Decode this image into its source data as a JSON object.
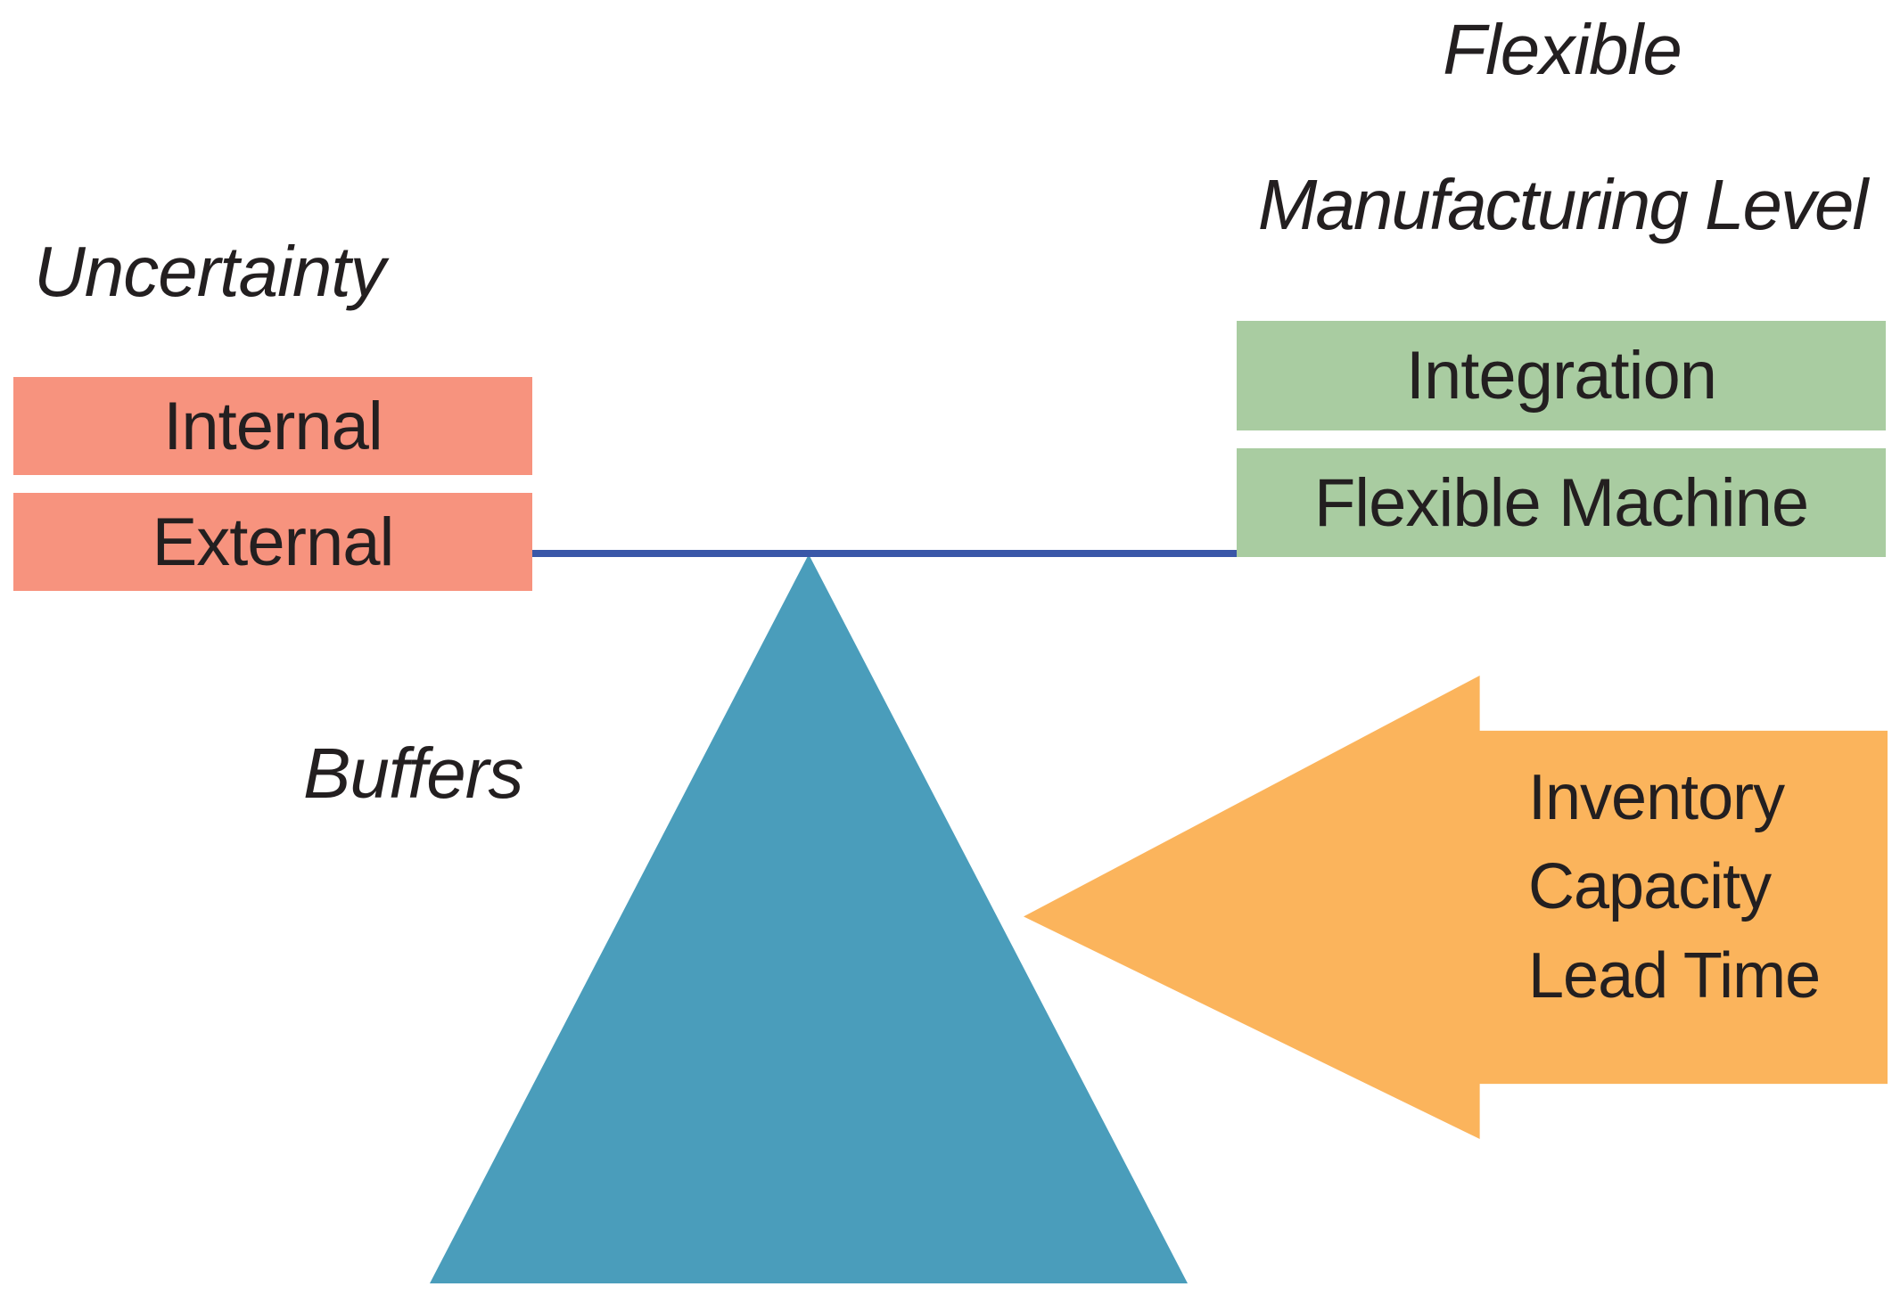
{
  "titles": {
    "uncertainty": "Uncertainty",
    "flexible_line1": "Flexible",
    "flexible_line2": "Manufacturing Level",
    "buffers": "Buffers"
  },
  "uncertainty_boxes": {
    "internal": "Internal",
    "external": "External"
  },
  "flexibility_boxes": {
    "integration": "Integration",
    "flexible_machine": "Flexible Machine"
  },
  "buffer_arrow": {
    "line1": "Inventory",
    "line2": "Capacity",
    "line3": "Lead Time"
  },
  "colors": {
    "uncertainty_box": "#F7937E",
    "flexibility_box": "#A9CCA1",
    "beam": "#3A57A8",
    "fulcrum": "#4A9DBB",
    "arrow": "#FBB45C",
    "text": "#231F20",
    "background": "#FFFFFF"
  }
}
